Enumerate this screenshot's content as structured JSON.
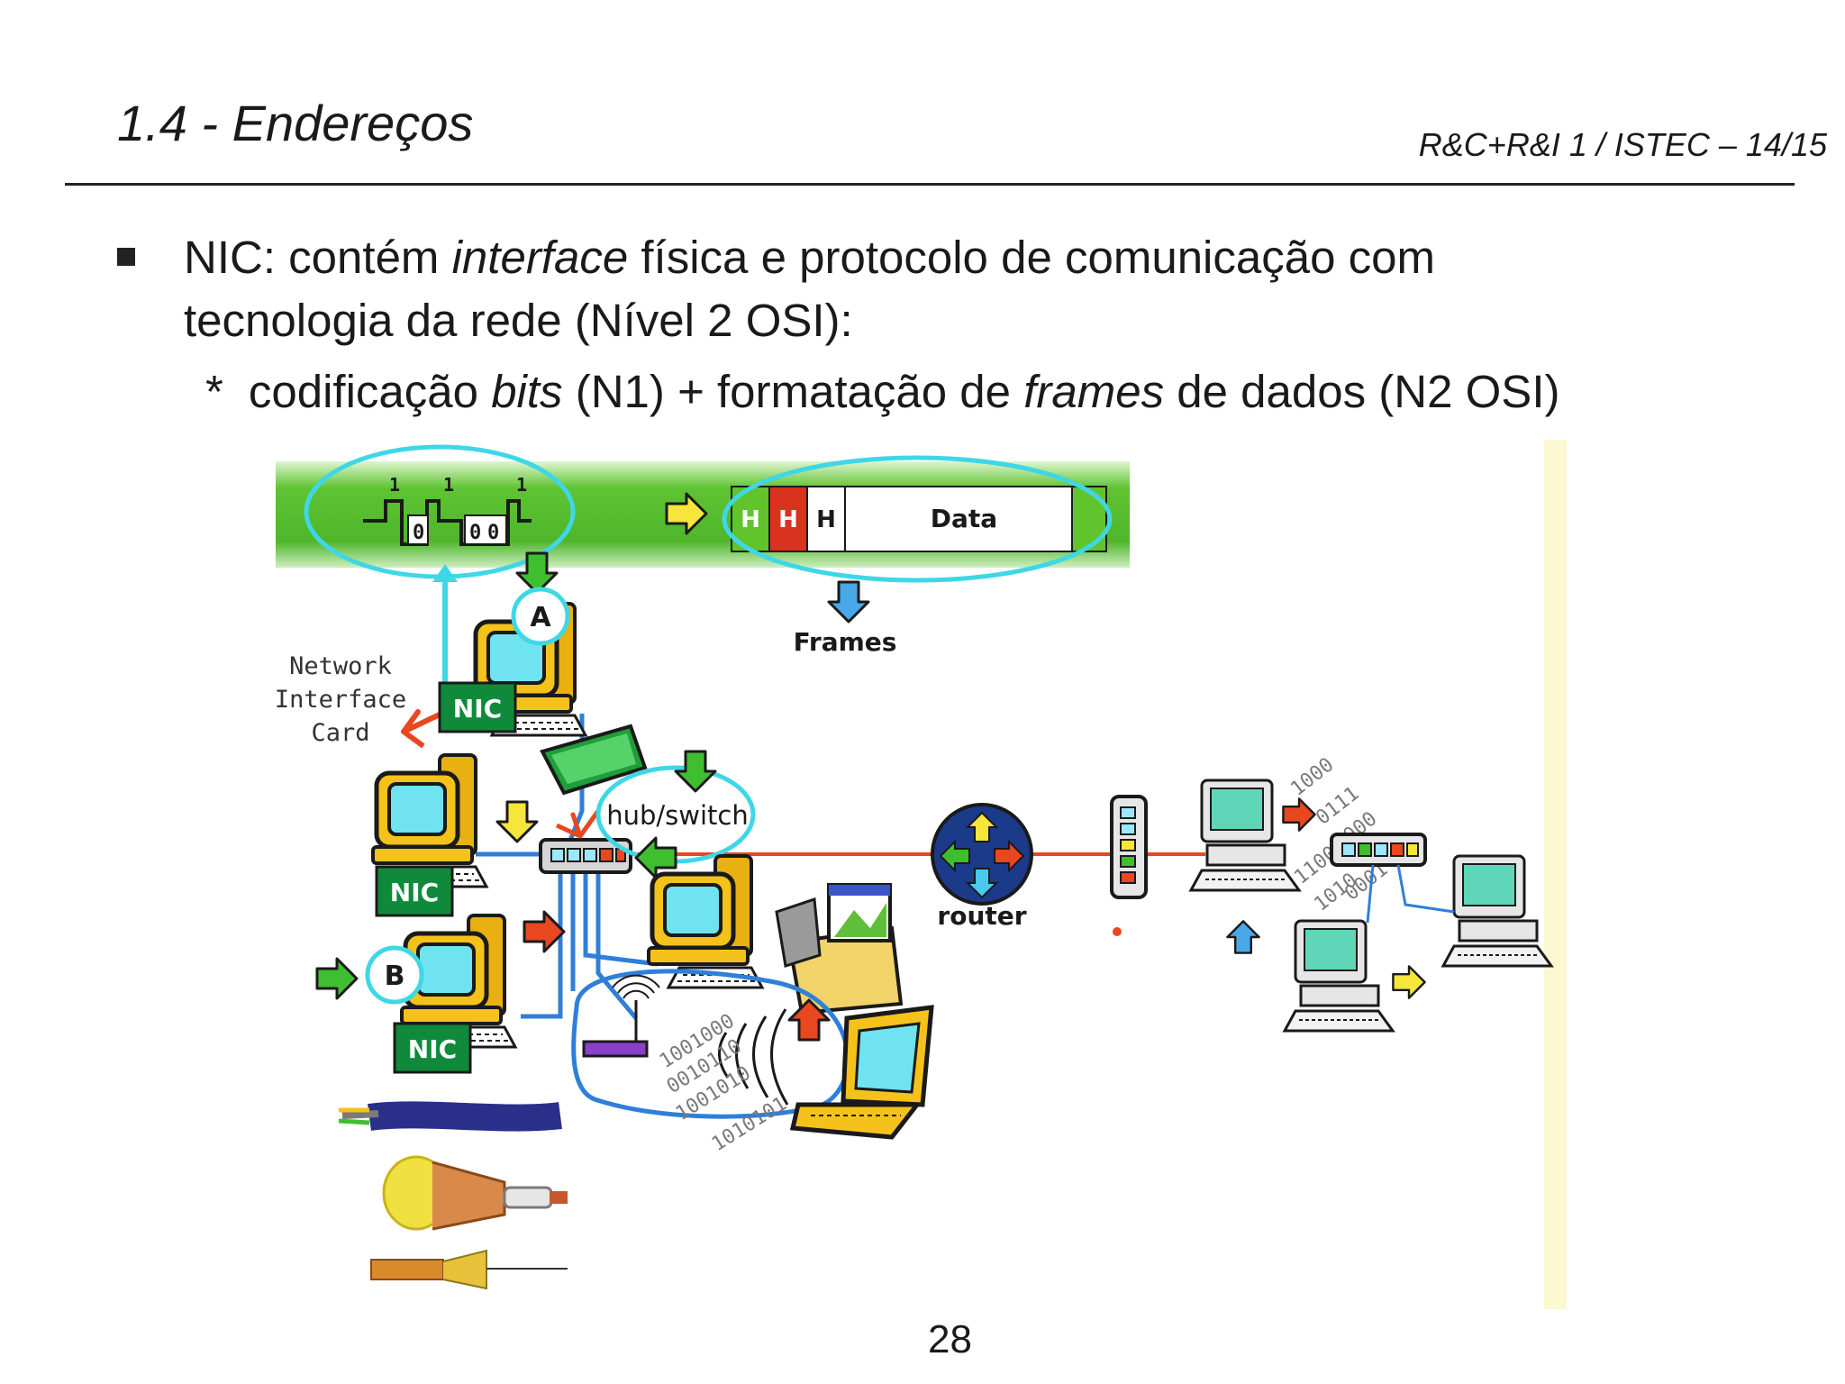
{
  "header": {
    "title": "1.4 - Endereços",
    "course": "R&C+R&I 1 / ISTEC – 14/15"
  },
  "bullet": {
    "part1": "NIC: contém ",
    "italic1": "interface",
    "part2": " física e protocolo de comunicação com",
    "line2": "tecnologia da rede (Nível 2 OSI):",
    "sub_star": "*",
    "sub_part1": "codificação ",
    "sub_italic1": "bits",
    "sub_part2": " (N1) + formatação de ",
    "sub_italic2": "frames",
    "sub_part3": " de dados (N2 OSI)"
  },
  "diagram": {
    "bit_ones": [
      "1",
      "1",
      "1"
    ],
    "bit_zeros": [
      "0",
      "0",
      "0"
    ],
    "frame_headers": [
      "H",
      "H",
      "H"
    ],
    "frame_data": "Data",
    "frames_label": "Frames",
    "node_a": "A",
    "node_b": "B",
    "nic_label": "NIC",
    "nic_card_label": [
      "Network",
      "Interface",
      "Card"
    ],
    "hub_label": "hub/switch",
    "router_label": "router",
    "binary_streams": [
      "1001000",
      "0010110",
      "1001010",
      "1010101",
      "1000",
      "0111",
      "1000",
      "1100",
      "1010",
      "0001"
    ]
  },
  "footer": {
    "page": "28"
  },
  "colors": {
    "band_green": "#57c22c",
    "cyan_outline": "#3fd7e6",
    "nic_green": "#0e8a3a",
    "header_red": "#d9321f",
    "link_blue": "#2f7fd9",
    "link_red": "#e8471f",
    "monitor_yellow": "#f4c21a",
    "screen_cyan": "#6fe3ef",
    "paper_yellow": "#fbf8d2"
  }
}
